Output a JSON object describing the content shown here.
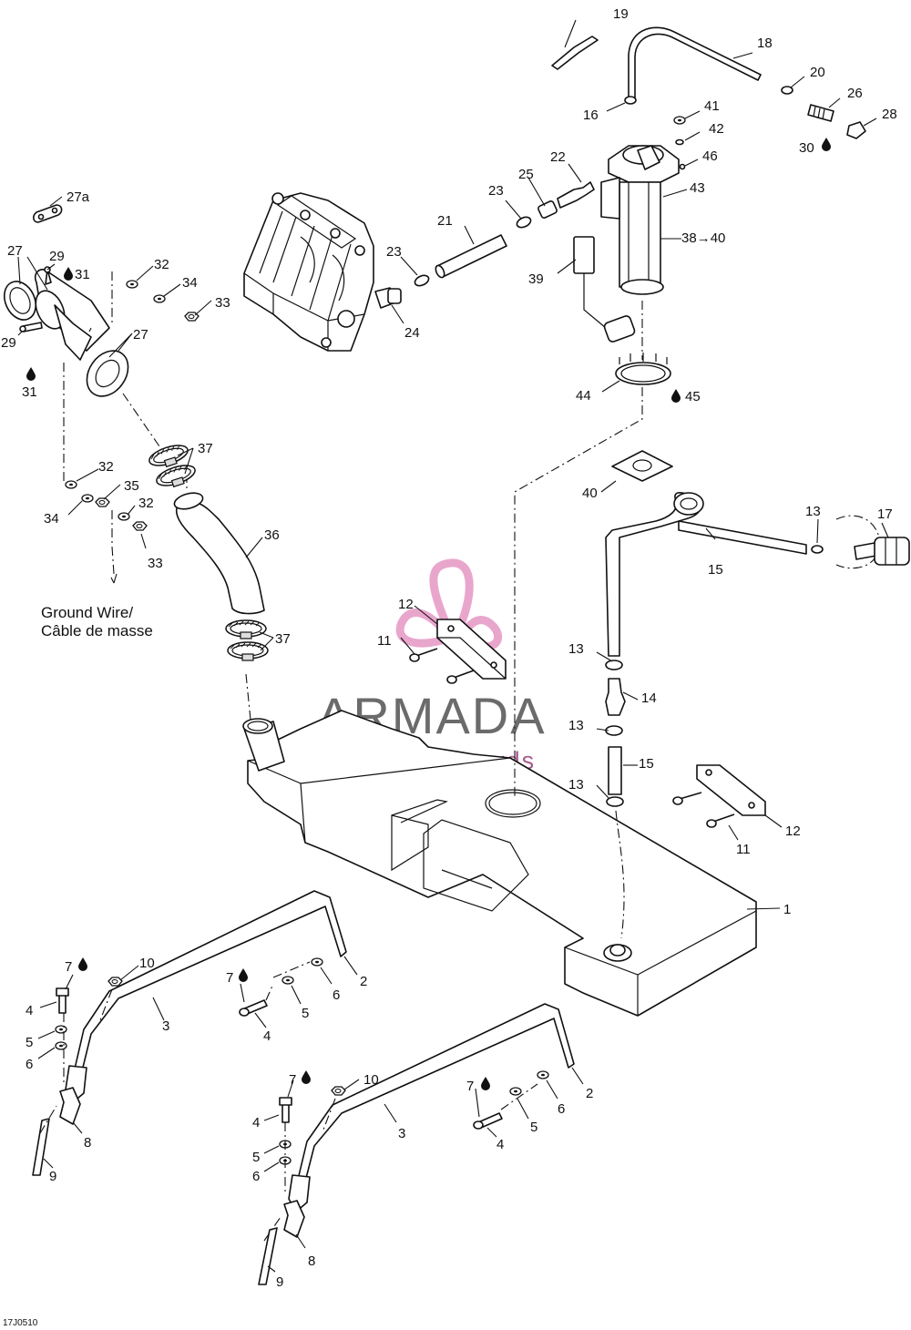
{
  "diagram_code": "17J0510",
  "ground_wire": {
    "line1": "Ground Wire/",
    "line2": "Câble de masse"
  },
  "watermark": {
    "brand": "ARMADA",
    "tagline": "marine outboards",
    "logo_color": "#e9a6cd",
    "text_color": "#6b6b6b",
    "tagline_color": "#a85a8f"
  },
  "callouts": {
    "c1": "1",
    "c2a": "2",
    "c2b": "2",
    "c3a": "3",
    "c3b": "3",
    "c4a": "4",
    "c4b": "4",
    "c4c": "4",
    "c4d": "4",
    "c5a": "5",
    "c5b": "5",
    "c5c": "5",
    "c5d": "5",
    "c6a": "6",
    "c6b": "6",
    "c6c": "6",
    "c6d": "6",
    "c7a": "7",
    "c7b": "7",
    "c7c": "7",
    "c7d": "7",
    "c8a": "8",
    "c8b": "8",
    "c9a": "9",
    "c9b": "9",
    "c10a": "10",
    "c10b": "10",
    "c11a": "11",
    "c11b": "11",
    "c12a": "12",
    "c12b": "12",
    "c13a": "13",
    "c13b": "13",
    "c13c": "13",
    "c13d": "13",
    "c14": "14",
    "c15a": "15",
    "c15b": "15",
    "c16": "16",
    "c17": "17",
    "c18": "18",
    "c19": "19",
    "c20": "20",
    "c21": "21",
    "c22": "22",
    "c23a": "23",
    "c23b": "23",
    "c24": "24",
    "c25": "25",
    "c26": "26",
    "c27": "27",
    "c27b": "27",
    "c27a": "27a",
    "c28": "28",
    "c29a": "29",
    "c29b": "29",
    "c30": "30",
    "c31a": "31",
    "c31b": "31",
    "c32a": "32",
    "c32b": "32",
    "c32c": "32",
    "c33a": "33",
    "c33b": "33",
    "c34a": "34",
    "c34b": "34",
    "c35": "35",
    "c36": "36",
    "c37a": "37",
    "c37b": "37",
    "c38": "38",
    "c38to": "40",
    "c39": "39",
    "c40": "40",
    "c41": "41",
    "c42": "42",
    "c43": "43",
    "c44": "44",
    "c45": "45",
    "c46": "46"
  }
}
